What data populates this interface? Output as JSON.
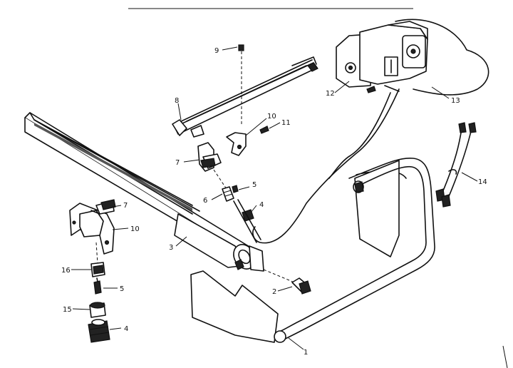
{
  "callouts": {
    "c1": "1",
    "c2": "2",
    "c3": "3",
    "c4a": "4",
    "c4b": "4",
    "c5a": "5",
    "c5b": "5",
    "c6": "6",
    "c7a": "7",
    "c7b": "7",
    "c8": "8",
    "c9": "9",
    "c10a": "10",
    "c10b": "10",
    "c11": "11",
    "c12": "12",
    "c13": "13",
    "c14": "14",
    "c15": "15",
    "c16": "16"
  }
}
